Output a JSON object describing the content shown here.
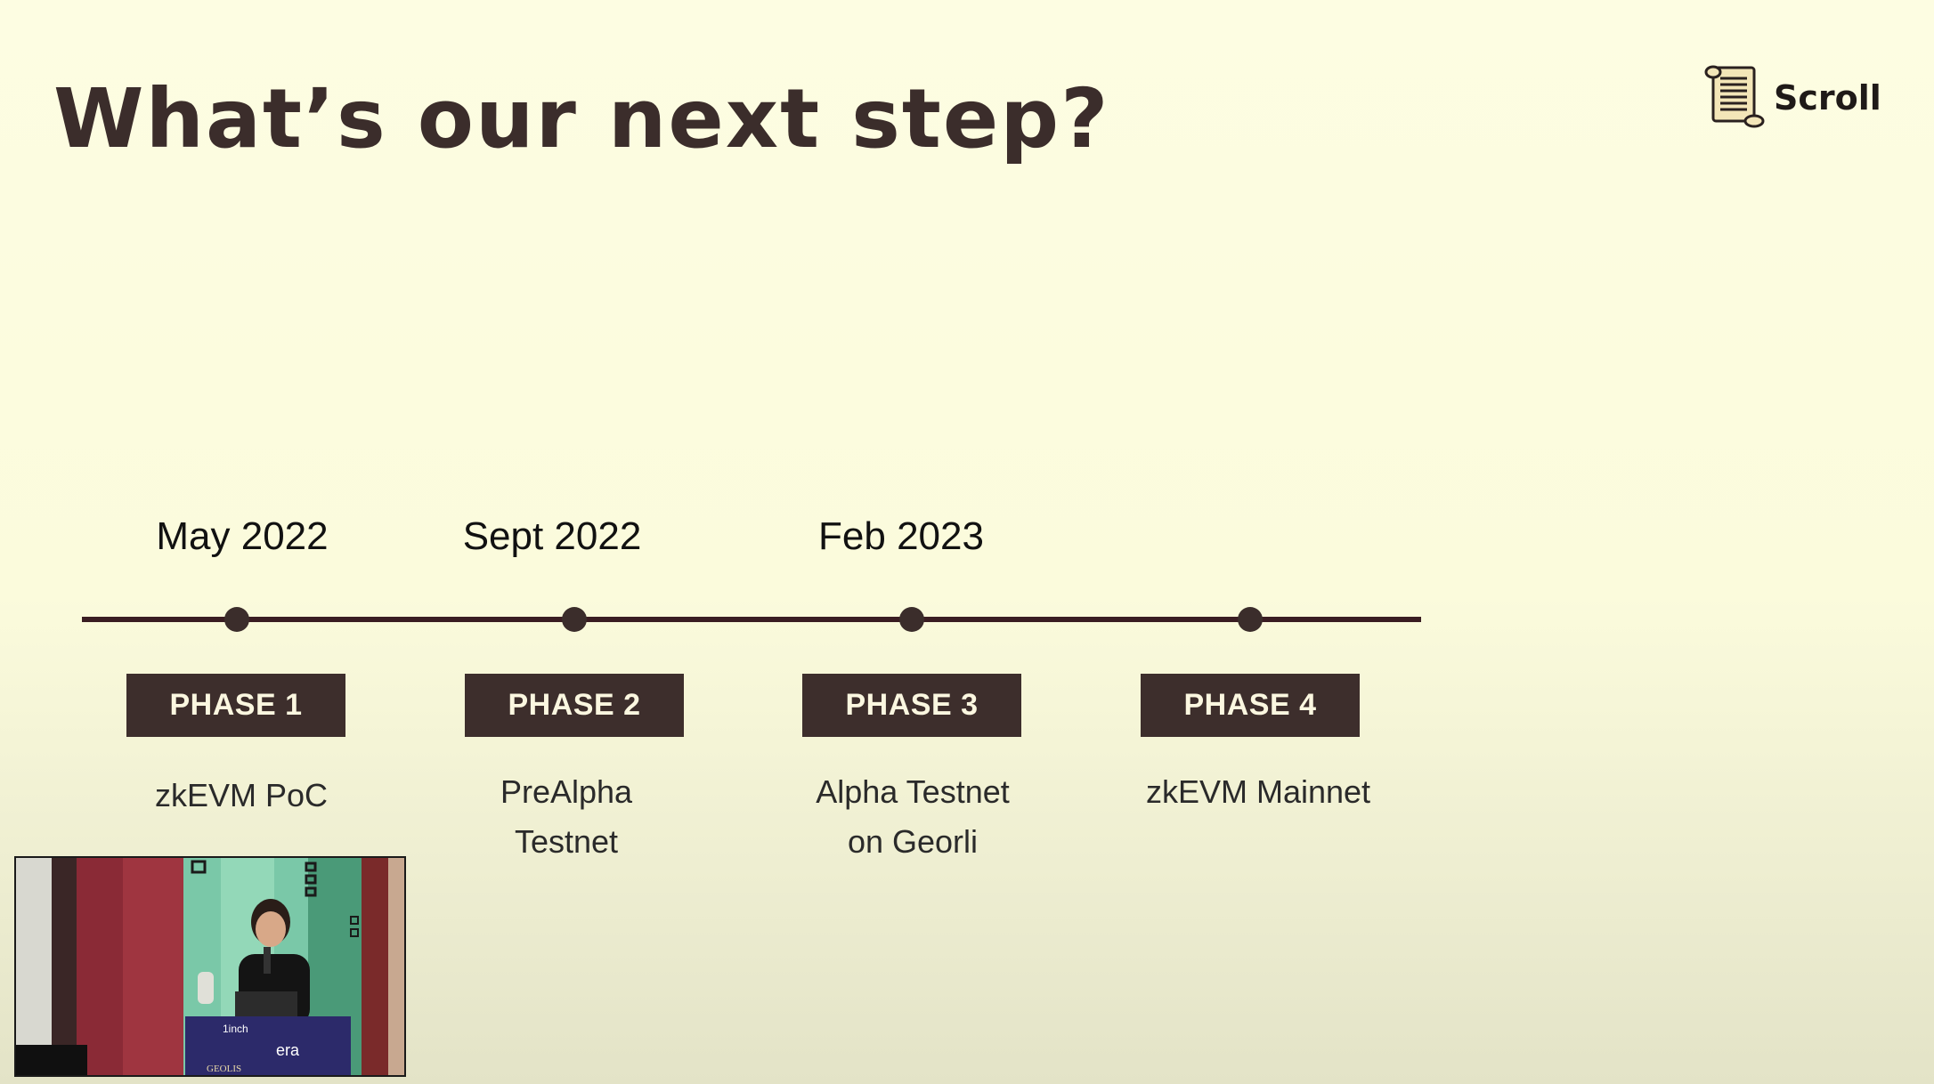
{
  "slide": {
    "title": "What’s our next step?",
    "logo_text": "Scroll",
    "logo_icon": "scroll-icon"
  },
  "timeline": {
    "phases": [
      {
        "date": "May 2022",
        "label": "PHASE 1",
        "desc_line1": "zkEVM PoC",
        "desc_line2": ""
      },
      {
        "date": "Sept 2022",
        "label": "PHASE 2",
        "desc_line1": "PreAlpha",
        "desc_line2": "Testnet"
      },
      {
        "date": "Feb 2023",
        "label": "PHASE 3",
        "desc_line1": "Alpha Testnet",
        "desc_line2": "on Georli"
      },
      {
        "date": "",
        "label": "PHASE 4",
        "desc_line1": "zkEVM Mainnet",
        "desc_line2": ""
      }
    ]
  },
  "speaker_video": {
    "banner_line1": "1inch",
    "banner_line2": "era",
    "banner_line3": "GEOLIS"
  },
  "colors": {
    "background": "#fdfde2",
    "accent_dark": "#3d2e2c",
    "timeline_line": "#3a1d22",
    "phase_text": "#fbf7e0"
  }
}
